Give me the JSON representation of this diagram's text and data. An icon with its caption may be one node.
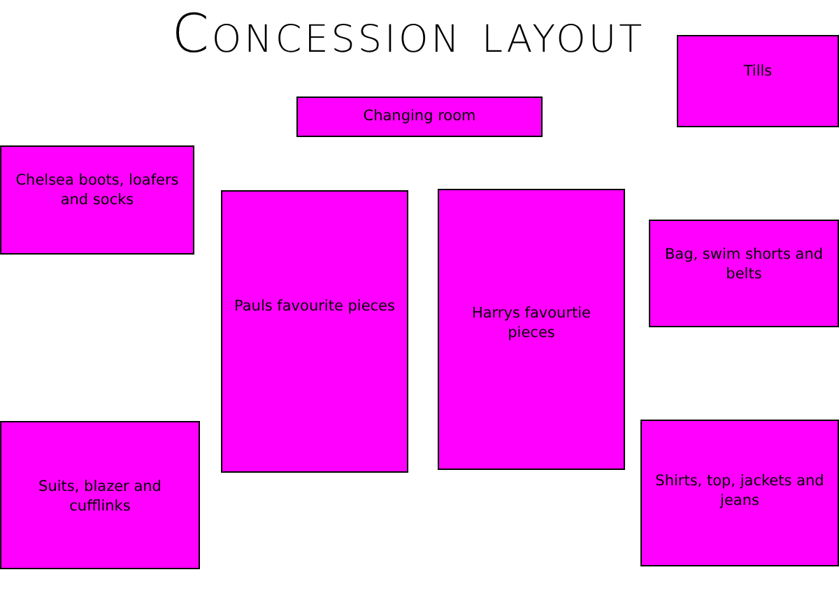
{
  "diagram": {
    "title": "Concession layout",
    "nodes": [
      {
        "text": [
          "Tills"
        ]
      },
      {
        "text": [
          "Changing room"
        ]
      },
      {
        "text": [
          "Chelsea boots, loafers and socks"
        ]
      },
      {
        "text": [
          "Pauls favourite pieces"
        ]
      },
      {
        "text": [
          "Harrys favourtie pieces"
        ]
      },
      {
        "text": [
          "Bag, swim shorts and belts"
        ]
      },
      {
        "text": [
          "Suits, blazer and cufflinks"
        ]
      },
      {
        "text": [
          "Shirts, top, jackets and jeans"
        ]
      }
    ]
  }
}
